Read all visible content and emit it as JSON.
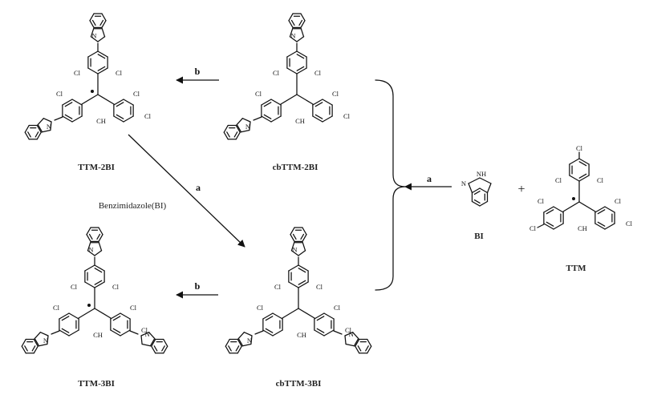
{
  "compounds": {
    "ttm_2bi": "TTM-2BI",
    "cbttm_2bi": "cbTTM-2BI",
    "ttm_3bi": "TTM-3BI",
    "cbttm_3bi": "cbTTM-3BI",
    "bi_abbr": "BI",
    "benzimidazole": "Benzimidazole(BI)",
    "ttm": "TTM"
  },
  "reagents": {
    "a": "a",
    "b": "b",
    "plus": "+"
  },
  "atoms": {
    "cl": "Cl",
    "n": "N",
    "nh": "NH",
    "ch": "CH"
  }
}
